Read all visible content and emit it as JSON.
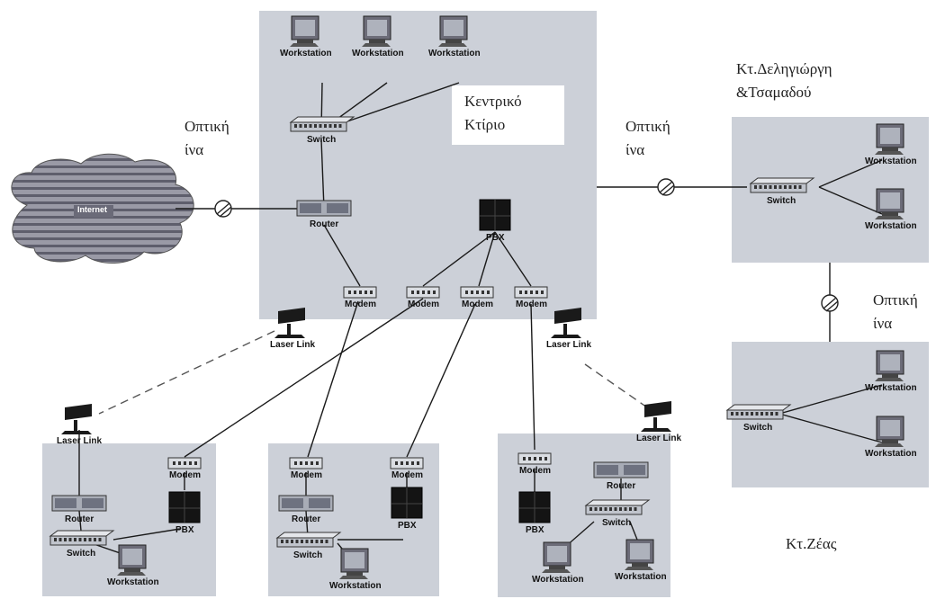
{
  "central_building": {
    "line1": "Κεντρικό",
    "line2": "Κτίριο"
  },
  "building_deligiorgi": {
    "line1": "Κτ.Δεληγιώργη",
    "line2": "&Τσαμαδού"
  },
  "building_zeas": {
    "name": "Κτ.Ζέας"
  },
  "fiber_label": {
    "line1": "Οπτική",
    "line2": "ίνα"
  },
  "internet_label": "Internet",
  "devices": {
    "workstation": "Workstation",
    "switch": "Switch",
    "router": "Router",
    "pbx": "PBX",
    "modem": "Modem",
    "laser_link": "Laser Link"
  }
}
